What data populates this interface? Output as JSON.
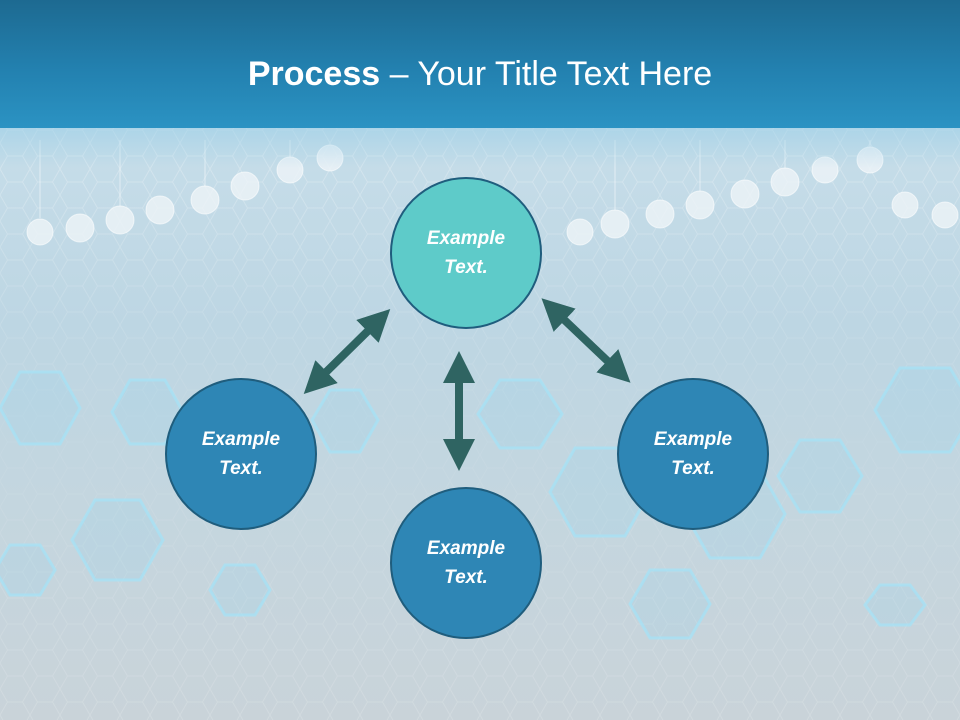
{
  "title": {
    "bold": "Process",
    "rest": " – Your Title Text Here"
  },
  "nodes": {
    "top": {
      "label": "Example Text."
    },
    "left": {
      "label": "Example Text."
    },
    "right": {
      "label": "Example Text."
    },
    "bottom": {
      "label": "Example Text."
    }
  },
  "colors": {
    "title_bar": "#2381b0",
    "node_top": "#5ecbc9",
    "node_other": "#2e86b5",
    "node_border": "#1f5d7d",
    "arrow": "#2f6462"
  }
}
